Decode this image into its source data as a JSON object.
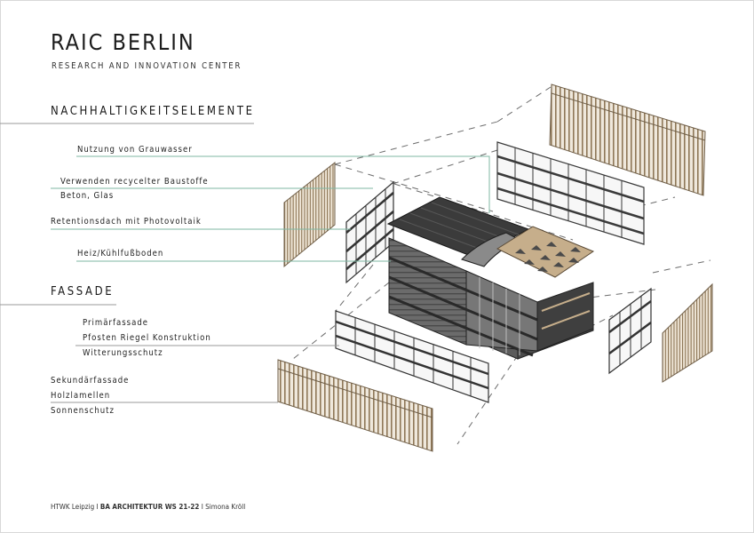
{
  "header": {
    "title": "RAIC BERLIN",
    "subtitle": "RESEARCH AND INNOVATION CENTER"
  },
  "sustainability": {
    "heading": "NACHHALTIGKEITSELEMENTE",
    "items": [
      "Nutzung von Grauwasser",
      "Verwenden recycelter Baustoffe",
      "Beton, Glas",
      "Retentionsdach mit Photovoltaik",
      "Heiz/Kühlfußboden"
    ]
  },
  "facade": {
    "heading": "FASSADE",
    "primary": [
      "Primärfassade",
      "Pfosten Riegel Konstruktion",
      "Witterungsschutz"
    ],
    "secondary": [
      "Sekundärfassade",
      "Holzlamellen",
      "Sonnenschutz"
    ]
  },
  "footer": {
    "school": "HTWK Leipzig",
    "sep1": "I",
    "program": "BA ARCHITEKTUR  WS 21-22",
    "sep2": "I",
    "author": "Simona Kröll"
  },
  "colors": {
    "leader_green": "#7fb7a3",
    "leader_gray": "#9a9a9a",
    "wood": "#a58d6c",
    "concrete_dark": "#3b3b3b",
    "floor_wood": "#c6ae8b"
  }
}
